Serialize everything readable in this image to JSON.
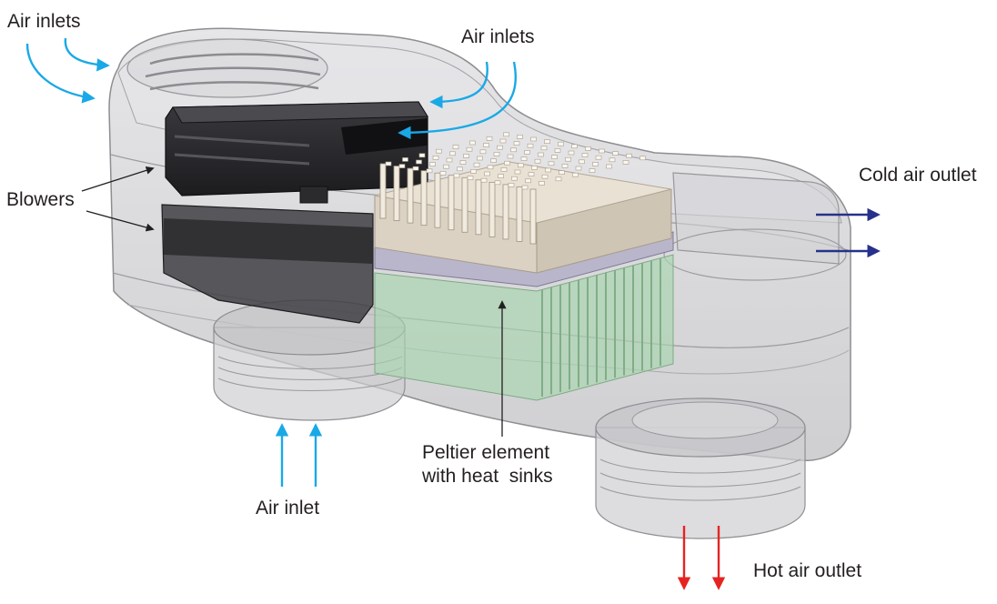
{
  "labels": {
    "air_inlets_left": "Air inlets",
    "air_inlets_top": "Air inlets",
    "blowers": "Blowers",
    "cold_air_outlet": "Cold air outlet",
    "peltier_line1": "Peltier element",
    "peltier_line2": "with heat  sinks",
    "air_inlet_bottom": "Air inlet",
    "hot_air_outlet": "Hot air outlet"
  },
  "colors": {
    "inlet_arrow": "#1aa9e6",
    "cold_arrow": "#27318b",
    "hot_arrow": "#e52421",
    "leader_line": "#231f20",
    "label_text": "#231f20",
    "housing_fill": "#c9c9cc",
    "housing_stroke": "#8e8e92",
    "blower_fill": "#2b2b2e",
    "heatsink_top": "#e6ddd0",
    "heatsink_bottom": "#a8d4ad"
  },
  "icons": {
    "inlet_arrow": "curved-arrow-icon",
    "outlet_arrow": "straight-arrow-icon"
  }
}
